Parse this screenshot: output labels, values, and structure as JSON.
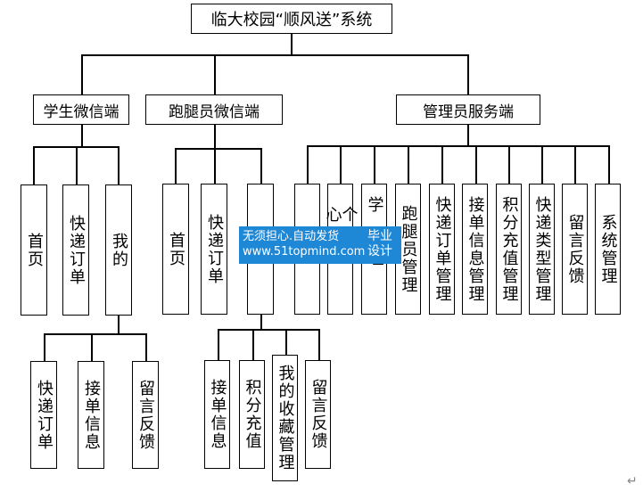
{
  "root": {
    "label": "临大校园“顺风送”系统"
  },
  "branches": [
    {
      "label": "学生微信端",
      "children": [
        {
          "label": "首页"
        },
        {
          "label": "快递订单"
        },
        {
          "label": "我的",
          "children": [
            {
              "label": "快递订单"
            },
            {
              "label": "接单信息"
            },
            {
              "label": "留言反馈"
            }
          ]
        }
      ]
    },
    {
      "label": "跑腿员微信端",
      "children": [
        {
          "label": "首页"
        },
        {
          "label": "快递订单"
        },
        {
          "label": "",
          "children": [
            {
              "label": "接单信息"
            },
            {
              "label": "积分充值"
            },
            {
              "label": "我的收藏管理"
            },
            {
              "label": "留言反馈"
            }
          ]
        }
      ]
    },
    {
      "label": "管理员服务端",
      "children": [
        {
          "label": ""
        },
        {
          "label": "个心"
        },
        {
          "label": "学理"
        },
        {
          "label": "跑腿员管理"
        },
        {
          "label": "快递订单管理"
        },
        {
          "label": "接单信息管理"
        },
        {
          "label": "积分充值管理"
        },
        {
          "label": "快递类型管理"
        },
        {
          "label": "留言反馈"
        },
        {
          "label": "系统管理"
        }
      ]
    }
  ],
  "watermark": {
    "line1": "无须担心.自动发货",
    "line2": "www.51topmind.com",
    "tag1": "毕业",
    "tag2": "设计",
    "color": "#1e88d6"
  },
  "return_mark": "↵"
}
